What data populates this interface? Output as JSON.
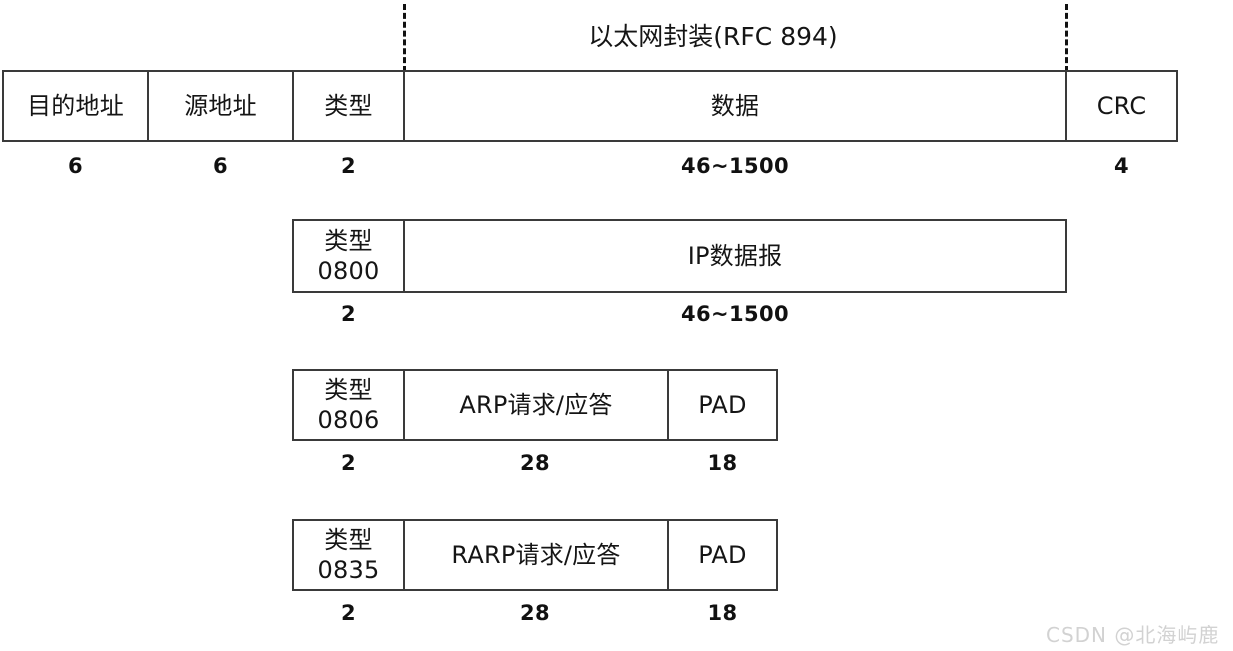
{
  "diagram": {
    "title": "以太网封装(RFC 894)",
    "watermark": "CSDN @北海屿鹿",
    "colors": {
      "border": "#3a3a3a",
      "text": "#151515",
      "background": "#ffffff",
      "guide": "#111111",
      "watermark": "#d2d2d2"
    },
    "rows": [
      {
        "id": "ethernet-frame",
        "cells": [
          {
            "name": "destination-address",
            "label": "目的地址",
            "size": "6"
          },
          {
            "name": "source-address",
            "label": "源地址",
            "size": "6"
          },
          {
            "name": "type",
            "label": "类型",
            "size": "2"
          },
          {
            "name": "data",
            "label": "数据",
            "size": "46~1500"
          },
          {
            "name": "crc",
            "label": "CRC",
            "size": "4"
          }
        ]
      },
      {
        "id": "ip-datagram",
        "cells": [
          {
            "name": "type-0800",
            "label": "类型\n0800",
            "size": "2"
          },
          {
            "name": "ip-datagram",
            "label": "IP数据报",
            "size": "46~1500"
          }
        ]
      },
      {
        "id": "arp-packet",
        "cells": [
          {
            "name": "type-0806",
            "label": "类型\n0806",
            "size": "2"
          },
          {
            "name": "arp-request-reply",
            "label": "ARP请求/应答",
            "size": "28"
          },
          {
            "name": "arp-pad",
            "label": "PAD",
            "size": "18"
          }
        ]
      },
      {
        "id": "rarp-packet",
        "cells": [
          {
            "name": "type-0835",
            "label": "类型\n0835",
            "size": "2"
          },
          {
            "name": "rarp-request-reply",
            "label": "RARP请求/应答",
            "size": "28"
          },
          {
            "name": "rarp-pad",
            "label": "PAD",
            "size": "18"
          }
        ]
      }
    ]
  }
}
